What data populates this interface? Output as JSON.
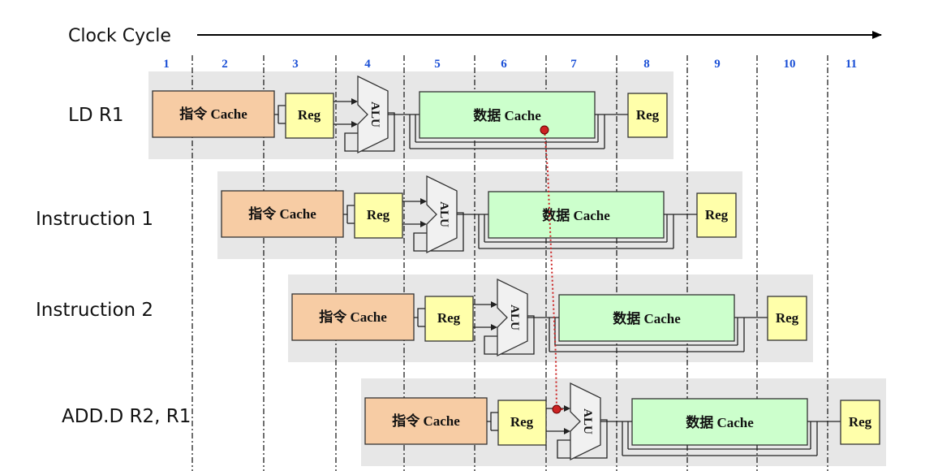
{
  "title": "Clock Cycle",
  "cycles": [
    "1",
    "2",
    "3",
    "4",
    "5",
    "6",
    "7",
    "8",
    "9",
    "10",
    "11"
  ],
  "rows": [
    {
      "label": "LD R1"
    },
    {
      "label": "Instruction 1"
    },
    {
      "label": "Instruction 2"
    },
    {
      "label": "ADD.D R2, R1"
    }
  ],
  "stages": {
    "icache": "指令 Cache",
    "reg": "Reg",
    "alu": "ALU",
    "dcache": "数据 Cache"
  },
  "colors": {
    "icache": "#f7cca4",
    "reg": "#ffffaa",
    "alu": "#f1f1f1",
    "dcache": "#ccffcc",
    "row_bg": "#e7e7e7",
    "cycle_number": "#1a4fd6",
    "forward_line": "#cc2222"
  }
}
